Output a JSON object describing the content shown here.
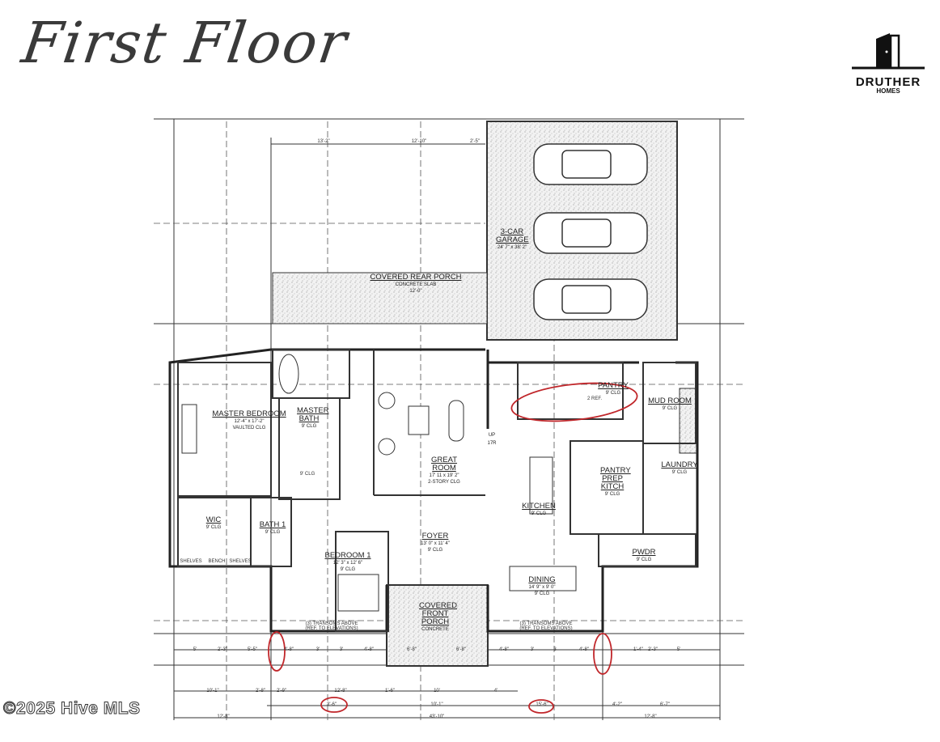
{
  "title": "First Floor",
  "logo": {
    "name": "DRUTHER",
    "sub": "HOMES"
  },
  "watermark": "©2025 Hive MLS",
  "colors": {
    "annotation": "#c0262a",
    "lines": "#222222",
    "stipple": "#bdbdbd"
  },
  "rooms": [
    {
      "name": "COVERED REAR PORCH",
      "detail": "CONCRETE SLAB"
    },
    {
      "name": "3-CAR GARAGE",
      "detail": "24' 7\" x 38' 2\""
    },
    {
      "name": "MASTER BEDROOM",
      "detail": "12'-4\" x 17'-2\"",
      "ceiling": "VAULTED CLG"
    },
    {
      "name": "MASTER BATH",
      "ceiling": "9' CLG"
    },
    {
      "name": "GREAT ROOM",
      "detail": "17' 11 x 19' 2\"",
      "ceiling": "2-STORY CLG"
    },
    {
      "name": "PANTRY",
      "ceiling": "9' CLG"
    },
    {
      "name": "MUD ROOM",
      "ceiling": "9' CLG"
    },
    {
      "name": "LAUNDRY",
      "ceiling": "9' CLG"
    },
    {
      "name": "PANTRY PREP KITCH",
      "ceiling": "9' CLG"
    },
    {
      "name": "KITCHEN",
      "ceiling": "9' CLG"
    },
    {
      "name": "WIC",
      "ceiling": "9' CLG"
    },
    {
      "name": "BATH 1",
      "ceiling": "9' CLG"
    },
    {
      "name": "BEDROOM 1",
      "detail": "12' 3\" x 12' 6\"",
      "ceiling": "9' CLG"
    },
    {
      "name": "FOYER",
      "detail": "13' 0\" x 11' 4\"",
      "ceiling": "9' CLG"
    },
    {
      "name": "DINING",
      "detail": "14' 9\" x 9' 0\"",
      "ceiling": "9' CLG"
    },
    {
      "name": "COVERED FRONT PORCH",
      "detail": "CONCRETE"
    },
    {
      "name": "PWDR",
      "ceiling": "9' CLG"
    }
  ],
  "notes": {
    "stairs": "UP 17R",
    "transoms": "(3) TRANSOMS ABOVE",
    "transoms_ref": "(REF. TO ELEVATIONS)",
    "closet": "9' CLG",
    "shelves": "SHELVES",
    "bench": "BENCH",
    "rear_porch_dim": "12'-0\"",
    "ref": "2 REF."
  },
  "dimensions": {
    "top": [
      "13'-2\"",
      "12'-10\"",
      "2'-5\""
    ],
    "row1": [
      "5'",
      "2'-3\"",
      "5'-5\"",
      "4'-8\"",
      "3'",
      "3'",
      "4'-8\"",
      "6'-8\"",
      "6'-8\"",
      "4'-8\"",
      "3'",
      "3",
      "4'-8\"",
      "1'-4\"",
      "2'-3\"",
      "5'"
    ],
    "row2": [
      "10'-1\"",
      "2'-8\"",
      "2'-9\"",
      "12'-8\"",
      "1'-6\"",
      "10'",
      "4'"
    ],
    "row3": [
      "3'-6\"",
      "10'-1\"",
      "15'-6\"",
      "4'-2\"",
      "6'-7\""
    ],
    "row4": [
      "12'-8\"",
      "43'-10\"",
      "12'-8\""
    ]
  }
}
